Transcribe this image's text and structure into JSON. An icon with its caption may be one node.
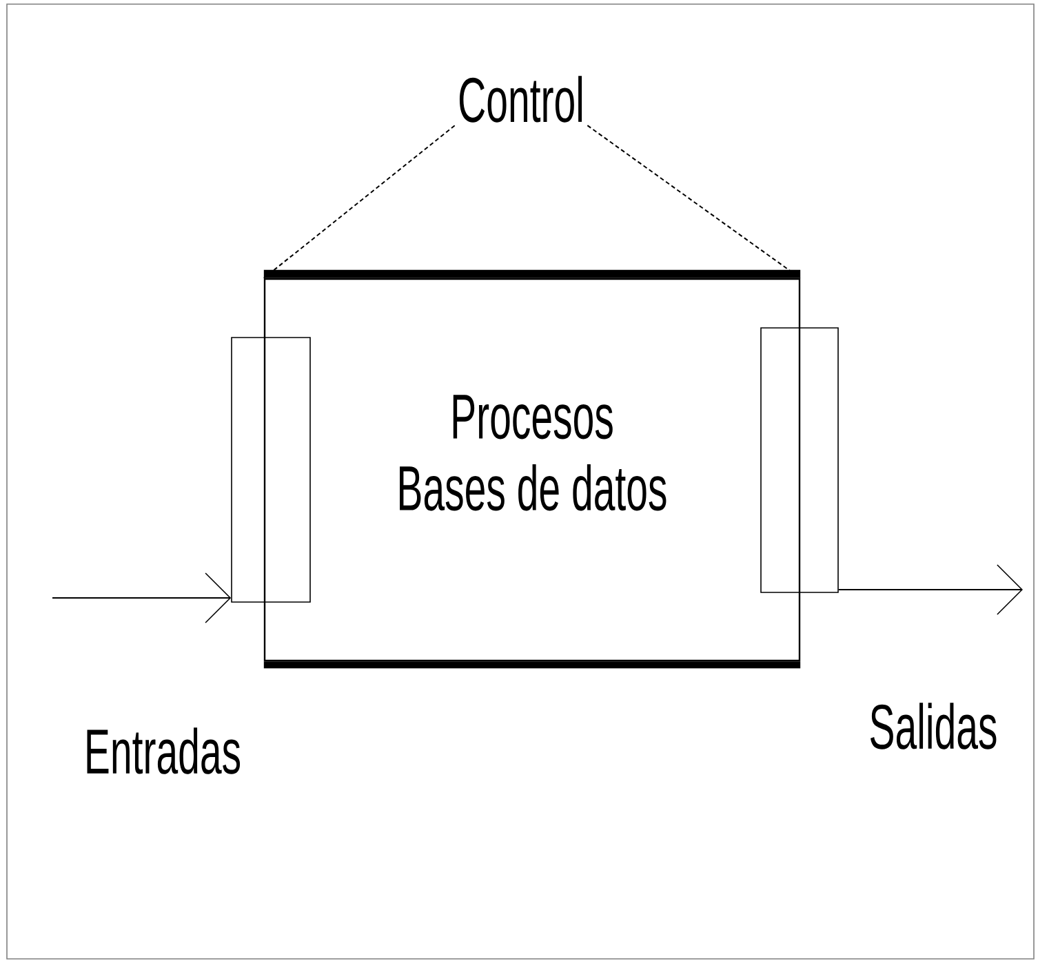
{
  "diagram": {
    "nodes": [
      {
        "text": [
          "Control"
        ]
      },
      {
        "text": [
          "Procesos",
          "Bases de datos"
        ]
      },
      {
        "text": [],
        "shape": "box"
      },
      {
        "text": [],
        "shape": "box"
      }
    ],
    "edges": [
      {
        "from": 0,
        "to": 1,
        "arrow": "none",
        "style": "dashed"
      },
      {
        "from": 0,
        "to": 1,
        "arrow": "none",
        "style": "dashed"
      },
      {
        "from": null,
        "to": 2,
        "arrow": "to"
      },
      {
        "from": 3,
        "to": null,
        "arrow": "to"
      }
    ],
    "labels": [
      "Entradas",
      "Salidas"
    ]
  }
}
